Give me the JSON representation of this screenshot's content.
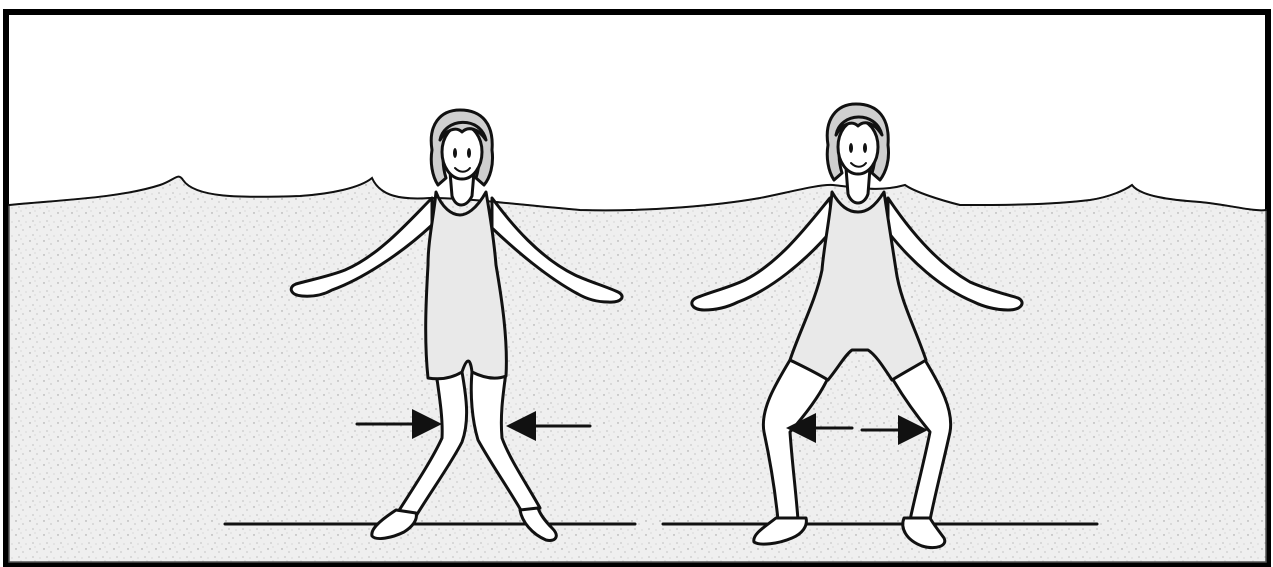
{
  "illustration": {
    "figures": [
      {
        "pose": "knees-together",
        "arrow_direction": "inward"
      },
      {
        "pose": "knees-apart-squat",
        "arrow_direction": "outward"
      }
    ],
    "colors": {
      "water": "#ececec",
      "line": "#111111",
      "background": "#ffffff",
      "swimsuit": "#e6e6e6"
    }
  }
}
